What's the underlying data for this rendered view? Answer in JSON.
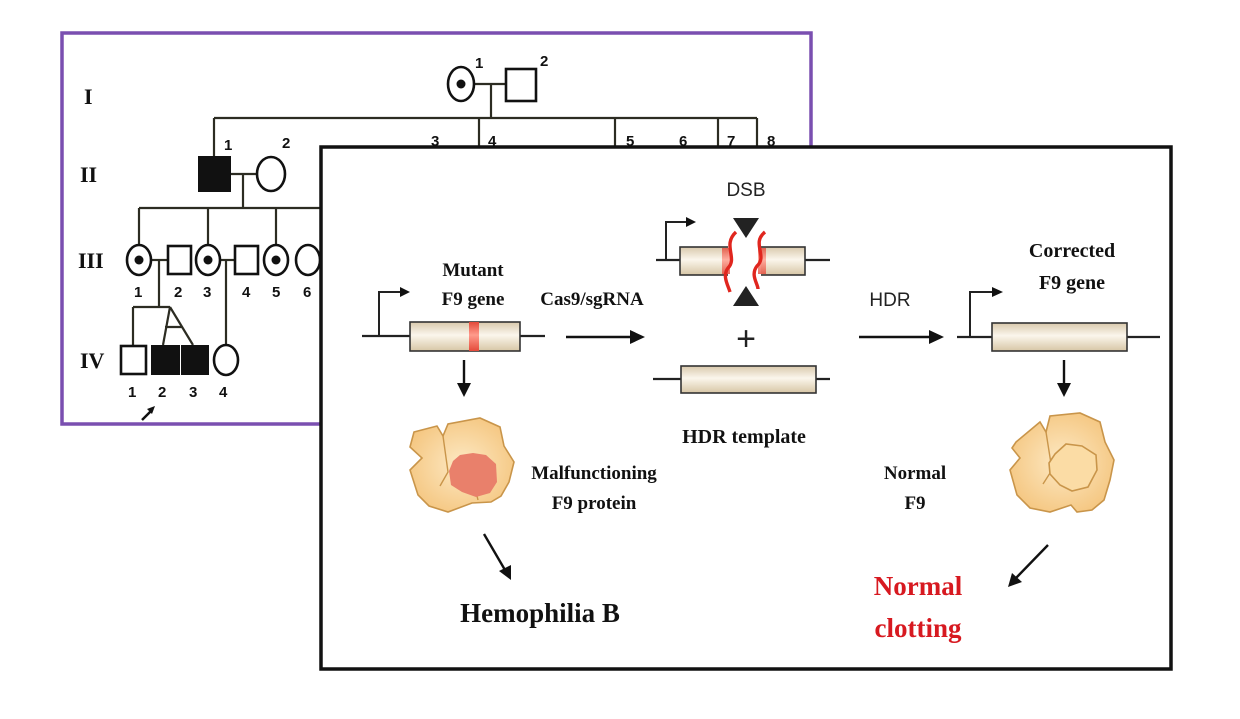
{
  "pedigree": {
    "frame_color": "#7a4fb0",
    "generations": [
      "I",
      "II",
      "III",
      "IV"
    ],
    "gen_I": {
      "labels": [
        "1",
        "2"
      ]
    },
    "gen_II": {
      "labels": [
        "1",
        "2",
        "3",
        "4",
        "5",
        "6",
        "7",
        "8"
      ]
    },
    "gen_III": {
      "labels": [
        "1",
        "2",
        "3",
        "4",
        "5",
        "6"
      ]
    },
    "gen_IV": {
      "labels": [
        "1",
        "2",
        "3",
        "4"
      ]
    },
    "proband": "IV-2"
  },
  "diagram": {
    "mutant_gene_label_1": "Mutant",
    "mutant_gene_label_2": "F9 gene",
    "cas9_label": "Cas9/sgRNA",
    "dsb_label": "DSB",
    "plus_sign": "+",
    "hdr_template_label": "HDR template",
    "hdr_label": "HDR",
    "corrected_label_1": "Corrected",
    "corrected_label_2": "F9 gene",
    "malfunction_label_1": "Malfunctioning",
    "malfunction_label_2": "F9 protein",
    "normal_f9_label_1": "Normal",
    "normal_f9_label_2": "F9",
    "hemophilia_label": "Hemophilia B",
    "normal_clotting_1": "Normal",
    "normal_clotting_2": "clotting",
    "colors": {
      "mutation_red": "#e85a4f",
      "outcome_red": "#d71920",
      "gene_fill": "#efe4cf",
      "protein_fill": "#f6cf8e",
      "protein_stroke": "#c9954a",
      "mutant_core": "#e9806b"
    }
  }
}
